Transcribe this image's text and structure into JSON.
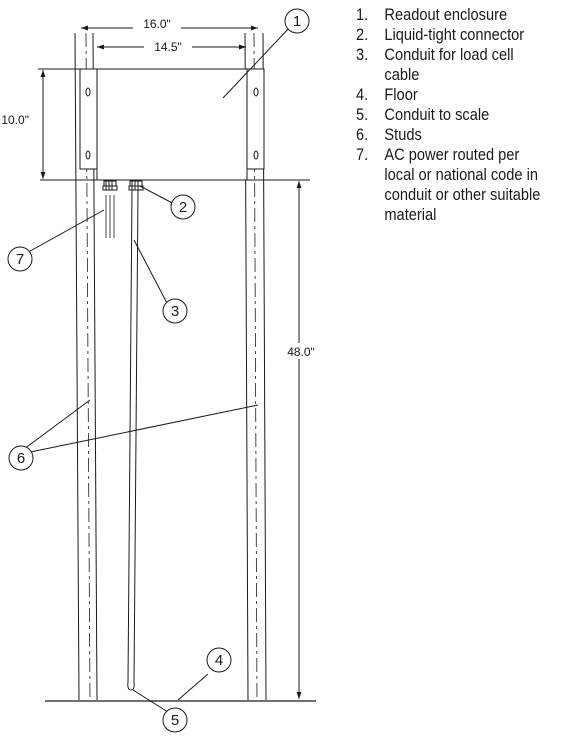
{
  "dimensions": {
    "outer_width": "16.0\"",
    "inner_width": "14.5\"",
    "enclosure_height": "10.0\"",
    "mount_height": "48.0\""
  },
  "callouts": [
    "1",
    "2",
    "3",
    "4",
    "5",
    "6",
    "7"
  ],
  "legend": [
    {
      "num": "1.",
      "text": "Readout enclosure"
    },
    {
      "num": "2.",
      "text": "Liquid-tight connector"
    },
    {
      "num": "3.",
      "text": "Conduit for load cell cable"
    },
    {
      "num": "4.",
      "text": "Floor"
    },
    {
      "num": "5.",
      "text": "Conduit to scale"
    },
    {
      "num": "6.",
      "text": "Studs"
    },
    {
      "num": "7.",
      "text": "AC power routed per local or national code in conduit or other suitable material"
    }
  ]
}
